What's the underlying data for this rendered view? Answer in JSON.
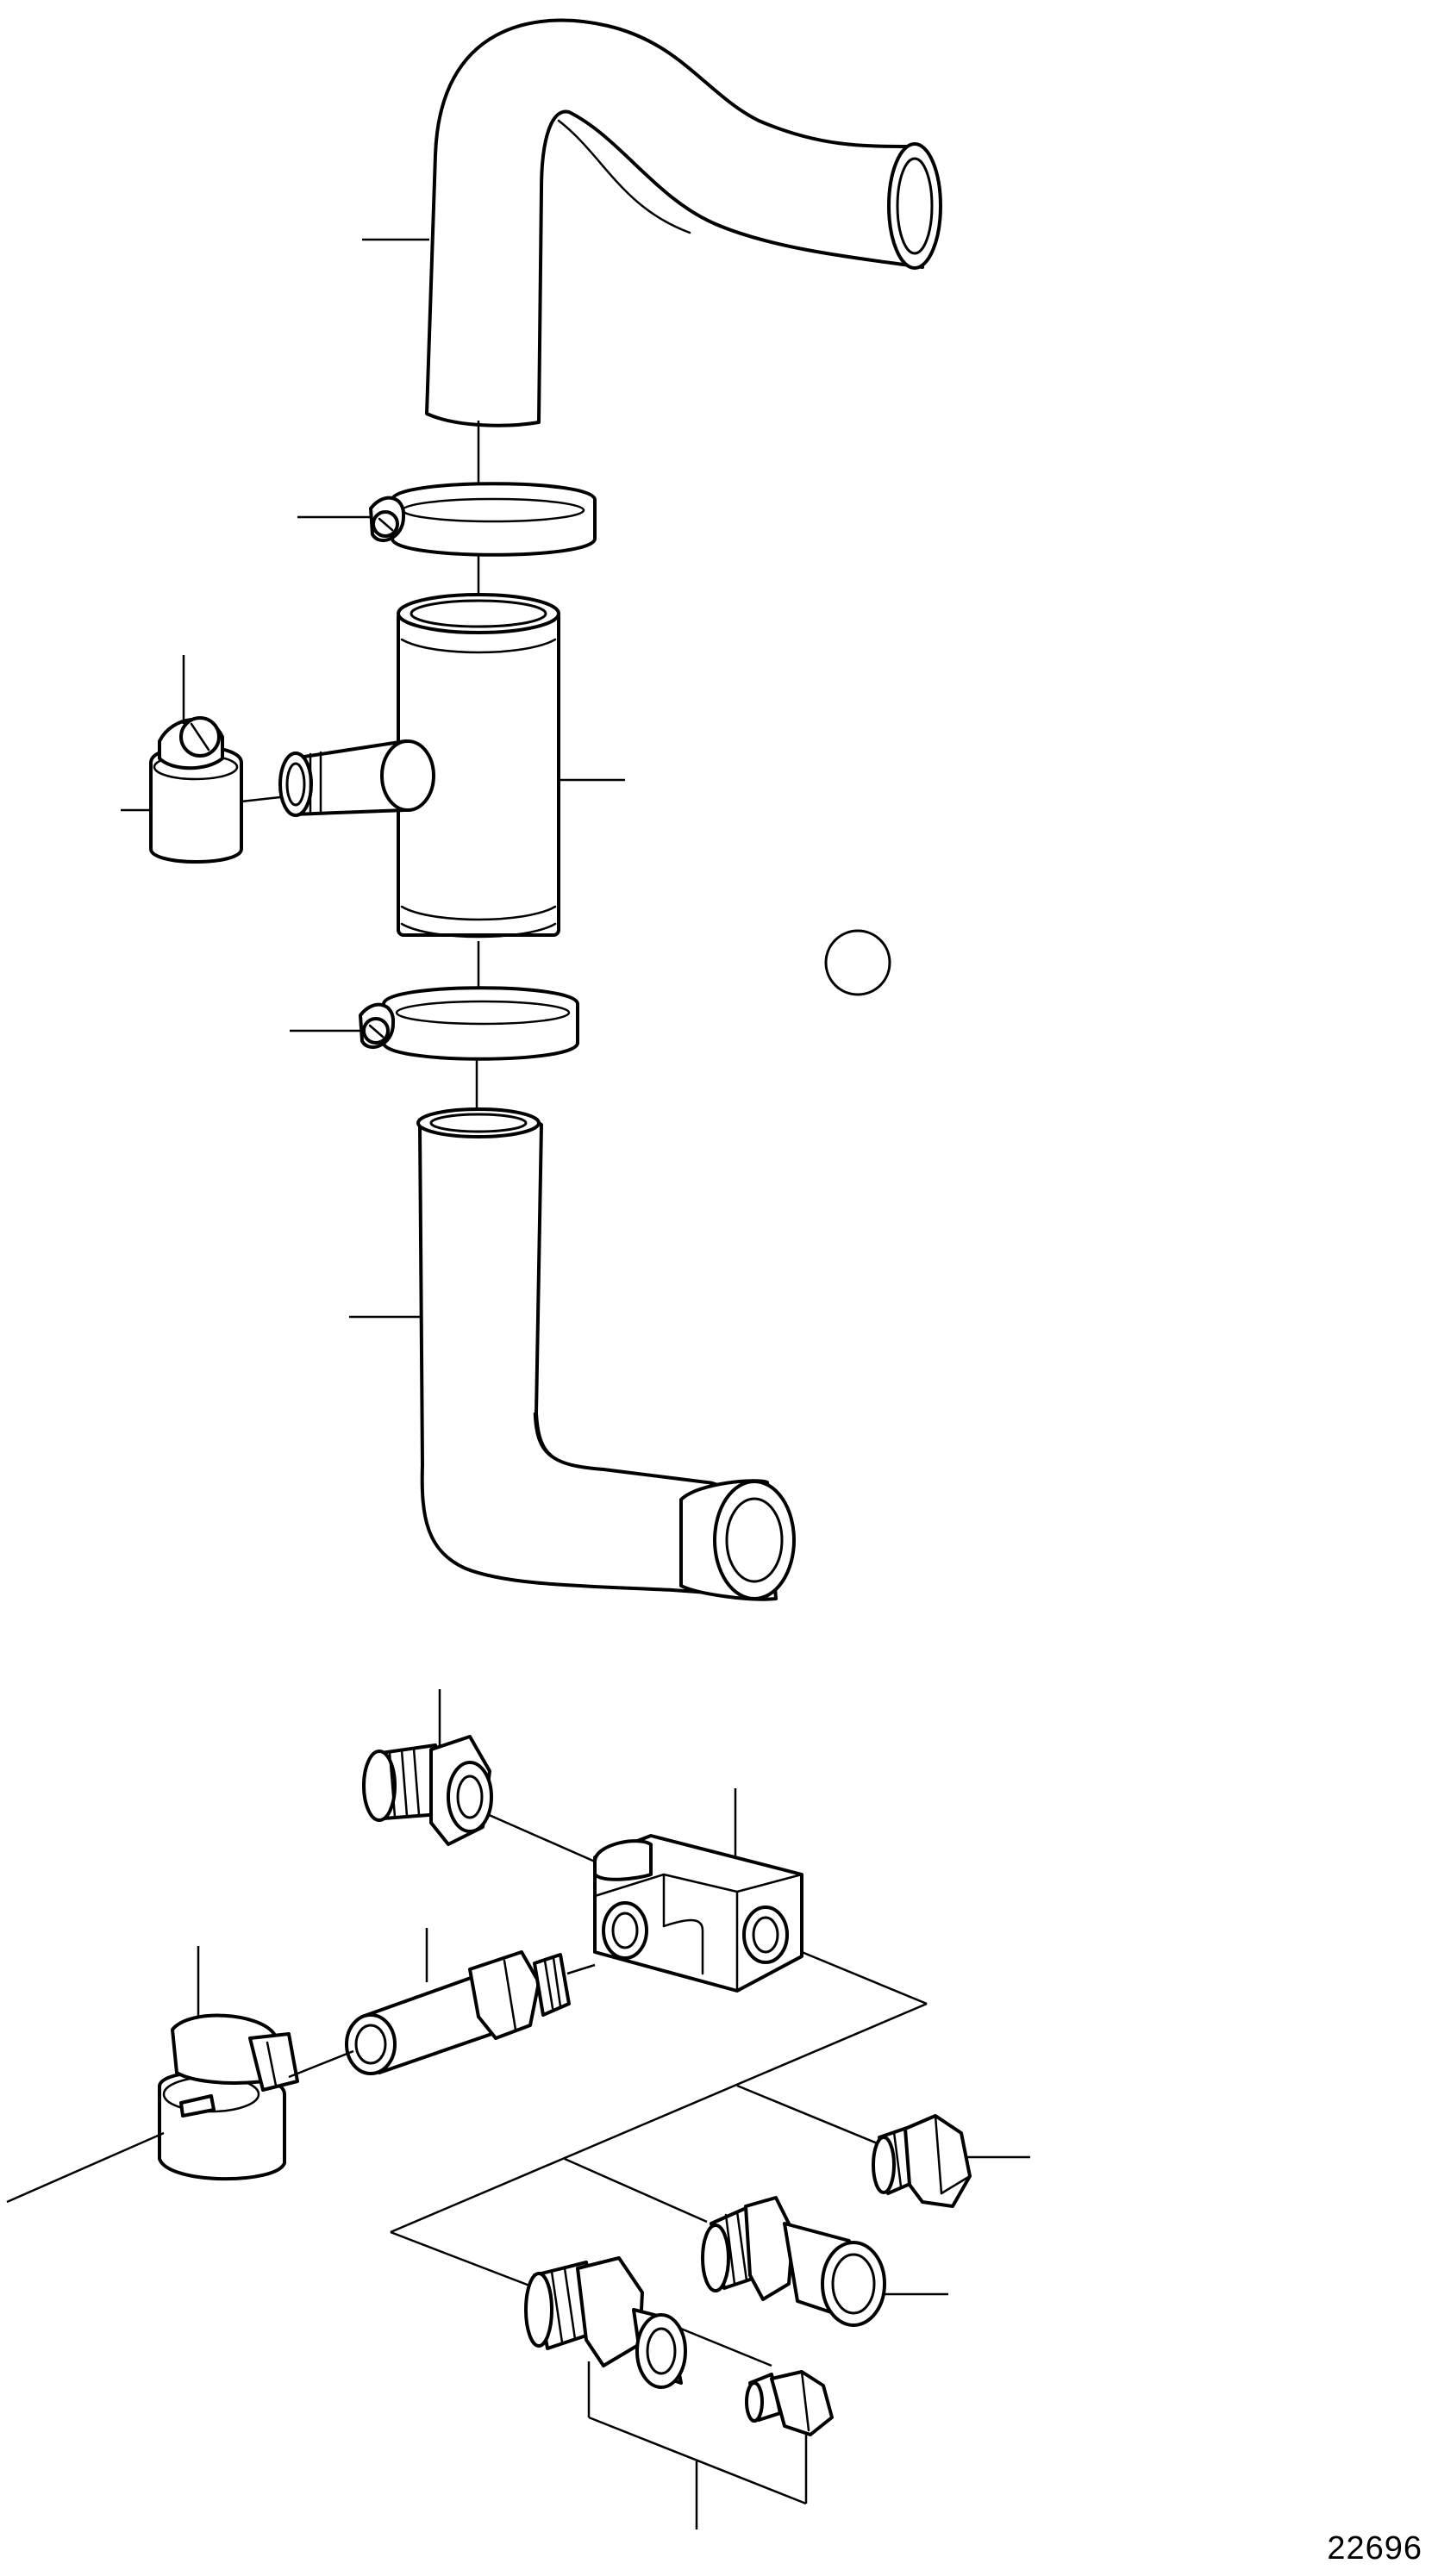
{
  "figure": {
    "number": "22696"
  },
  "colors": {
    "line": "#000000",
    "background": "#ffffff"
  },
  "parts": [
    {
      "name": "upper-bent-hose"
    },
    {
      "name": "upper-hose-clamp"
    },
    {
      "name": "tee-connector-pipe"
    },
    {
      "name": "side-branch-hose-clamp"
    },
    {
      "name": "lower-hose-clamp"
    },
    {
      "name": "lower-bent-hose"
    },
    {
      "name": "threaded-adapter-nipple"
    },
    {
      "name": "tee-block-fitting"
    },
    {
      "name": "hose-nipple-fitting"
    },
    {
      "name": "small-hose-clamp"
    },
    {
      "name": "hex-plug"
    },
    {
      "name": "hose-adapter"
    },
    {
      "name": "threaded-adapter"
    },
    {
      "name": "small-drain-plug"
    },
    {
      "name": "blank-reference-circle"
    }
  ]
}
